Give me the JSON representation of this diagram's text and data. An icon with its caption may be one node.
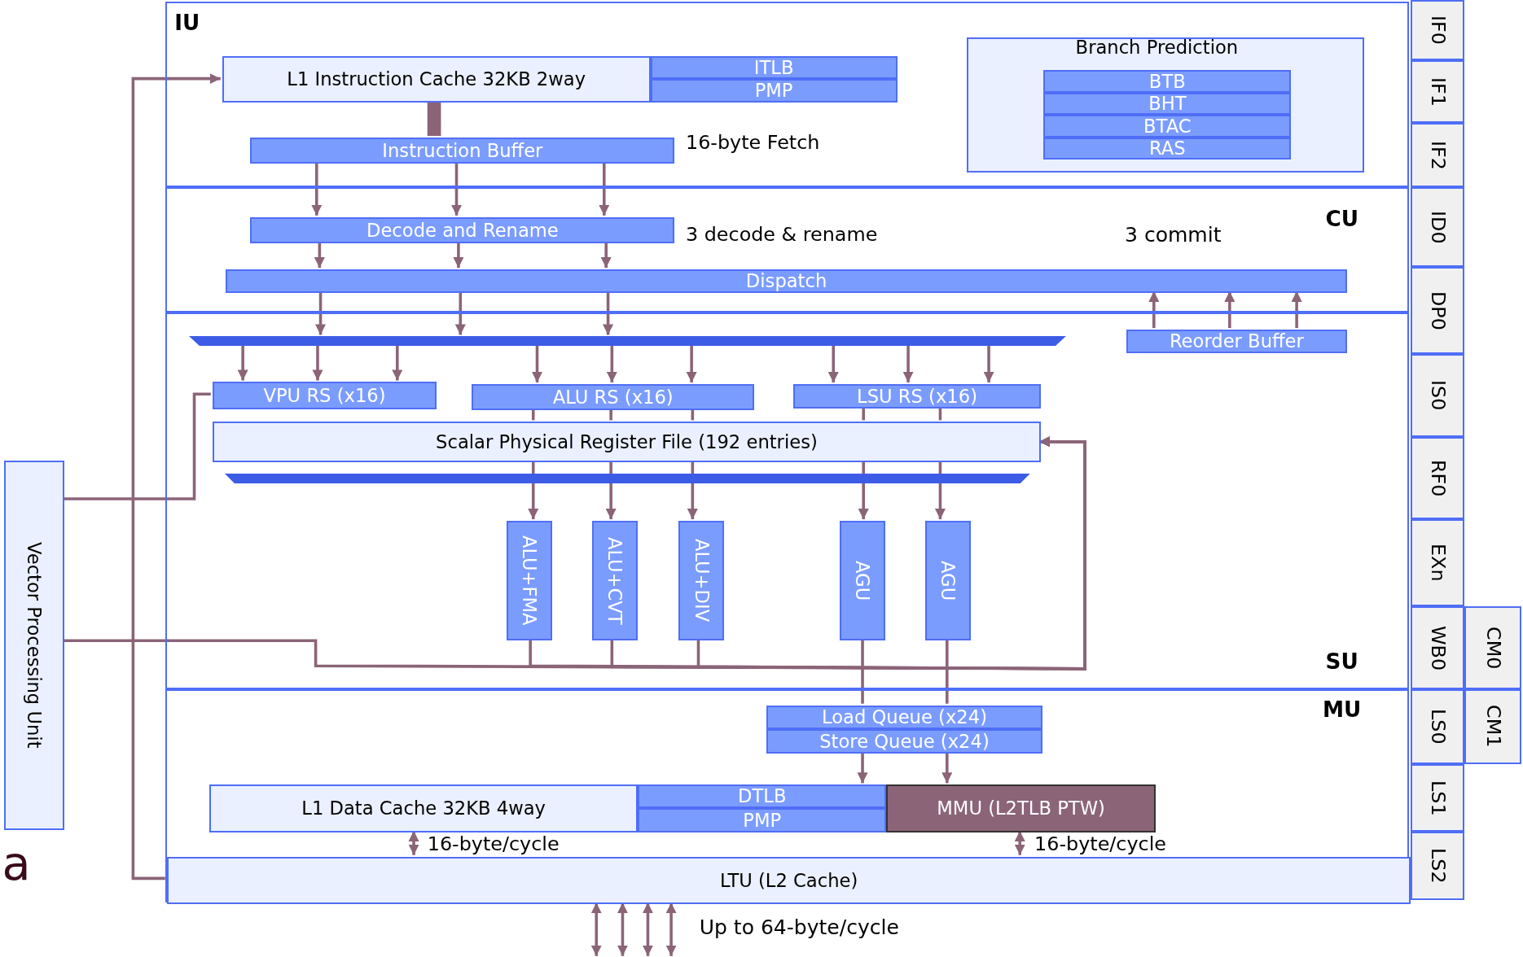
{
  "diagram": {
    "nodes": [
      {
        "text": [
          "IU"
        ]
      },
      {
        "text": [
          "L1 Instruction Cache 32KB 2way"
        ],
        "in": 0
      },
      {
        "text": [
          "ITLB"
        ],
        "in": 0
      },
      {
        "text": [
          "PMP"
        ],
        "in": 0
      },
      {
        "text": [
          "Branch Prediction"
        ],
        "in": 0
      },
      {
        "text": [
          "BTB"
        ],
        "in": 4
      },
      {
        "text": [
          "BHT"
        ],
        "in": 4
      },
      {
        "text": [
          "BTAC"
        ],
        "in": 4
      },
      {
        "text": [
          "RAS"
        ],
        "in": 4
      },
      {
        "text": [
          "Instruction Buffer"
        ],
        "beside": [
          "16-byte Fetch"
        ],
        "in": 0
      },
      {
        "text": [
          "CU"
        ]
      },
      {
        "text": [
          "Decode and Rename"
        ],
        "beside": [
          "3 decode & rename"
        ],
        "in": 10
      },
      {
        "text": [
          "Dispatch"
        ],
        "in": 10
      },
      {
        "text": [
          "SU"
        ]
      },
      {
        "text": [
          "Reorder Buffer"
        ],
        "in": 13
      },
      {
        "text": [],
        "shape": "bar",
        "in": 13
      },
      {
        "text": [
          "VPU RS (x16)"
        ],
        "in": 13
      },
      {
        "text": [
          "ALU RS (x16)"
        ],
        "in": 13
      },
      {
        "text": [
          "LSU RS (x16)"
        ],
        "in": 13
      },
      {
        "text": [
          "Scalar Physical Register File (192 entries)"
        ],
        "in": 13
      },
      {
        "text": [],
        "shape": "bar",
        "in": 13
      },
      {
        "text": [
          "ALU+FMA"
        ],
        "in": 13
      },
      {
        "text": [
          "ALU+CVT"
        ],
        "in": 13
      },
      {
        "text": [
          "ALU+DIV"
        ],
        "in": 13
      },
      {
        "text": [
          "AGU"
        ],
        "in": 13
      },
      {
        "text": [
          "AGU"
        ],
        "in": 13
      },
      {
        "text": [
          "MU"
        ]
      },
      {
        "text": [
          "Load Queue (x24)"
        ],
        "in": 26
      },
      {
        "text": [
          "Store Queue (x24)"
        ],
        "in": 26
      },
      {
        "text": [
          "L1 Data Cache 32KB 4way"
        ],
        "in": 26
      },
      {
        "text": [
          "DTLB"
        ],
        "in": 26
      },
      {
        "text": [
          "PMP"
        ],
        "in": 26
      },
      {
        "text": [
          "MMU (L2TLB PTW)"
        ],
        "in": 26
      },
      {
        "text": [
          "LTU (L2 Cache)"
        ],
        "in": 26
      },
      {
        "text": [
          "Vector Processing Unit"
        ]
      },
      {
        "text": [
          "IF0"
        ]
      },
      {
        "text": [
          "IF1"
        ]
      },
      {
        "text": [
          "IF2"
        ]
      },
      {
        "text": [
          "ID0"
        ]
      },
      {
        "text": [
          "DP0"
        ]
      },
      {
        "text": [
          "IS0"
        ]
      },
      {
        "text": [
          "RF0"
        ]
      },
      {
        "text": [
          "EXn"
        ]
      },
      {
        "text": [
          "WB0"
        ]
      },
      {
        "text": [
          "CM0"
        ]
      },
      {
        "text": [
          "LS0"
        ]
      },
      {
        "text": [
          "CM1"
        ]
      },
      {
        "text": [
          "LS1"
        ]
      },
      {
        "text": [
          "LS2"
        ]
      }
    ],
    "edges": [
      {
        "from": 33,
        "to": 1,
        "arrow": "to"
      },
      {
        "from": 1,
        "to": 9,
        "arrow": "to",
        "style": "thick"
      },
      {
        "from": 9,
        "to": 11,
        "arrow": "to"
      },
      {
        "from": 9,
        "to": 11,
        "arrow": "to"
      },
      {
        "from": 9,
        "to": 11,
        "arrow": "to"
      },
      {
        "from": 11,
        "to": 12,
        "arrow": "to"
      },
      {
        "from": 11,
        "to": 12,
        "arrow": "to"
      },
      {
        "from": 11,
        "to": 12,
        "arrow": "to"
      },
      {
        "from": 14,
        "to": 12,
        "arrow": "to"
      },
      {
        "from": 14,
        "to": 12,
        "arrow": "to"
      },
      {
        "from": 14,
        "to": 12,
        "arrow": "to"
      },
      {
        "from": 12,
        "to": 15,
        "arrow": "to"
      },
      {
        "from": 12,
        "to": 15,
        "arrow": "to"
      },
      {
        "from": 12,
        "to": 15,
        "arrow": "to"
      },
      {
        "from": 15,
        "to": 16,
        "arrow": "to"
      },
      {
        "from": 15,
        "to": 16,
        "arrow": "to"
      },
      {
        "from": 15,
        "to": 16,
        "arrow": "to"
      },
      {
        "from": 15,
        "to": 17,
        "arrow": "to"
      },
      {
        "from": 15,
        "to": 17,
        "arrow": "to"
      },
      {
        "from": 15,
        "to": 17,
        "arrow": "to"
      },
      {
        "from": 15,
        "to": 18,
        "arrow": "to"
      },
      {
        "from": 15,
        "to": 18,
        "arrow": "to"
      },
      {
        "from": 15,
        "to": 18,
        "arrow": "to"
      },
      {
        "from": 16,
        "to": 34,
        "arrow": "none"
      },
      {
        "from": 17,
        "to": 19,
        "arrow": "none"
      },
      {
        "from": 17,
        "to": 19,
        "arrow": "none"
      },
      {
        "from": 17,
        "to": 19,
        "arrow": "none"
      },
      {
        "from": 18,
        "to": 19,
        "arrow": "none"
      },
      {
        "from": 18,
        "to": 19,
        "arrow": "none"
      },
      {
        "from": 19,
        "to": 21,
        "arrow": "to"
      },
      {
        "from": 19,
        "to": 22,
        "arrow": "to"
      },
      {
        "from": 19,
        "to": 23,
        "arrow": "to"
      },
      {
        "from": 19,
        "to": 24,
        "arrow": "to"
      },
      {
        "from": 19,
        "to": 25,
        "arrow": "to"
      },
      {
        "from": 21,
        "to": 19,
        "arrow": "to"
      },
      {
        "from": 22,
        "to": 19,
        "arrow": "to"
      },
      {
        "from": 23,
        "to": 19,
        "arrow": "to"
      },
      {
        "from": 34,
        "to": 19,
        "arrow": "to"
      },
      {
        "from": 24,
        "to": 27,
        "arrow": "none"
      },
      {
        "from": 25,
        "to": 27,
        "arrow": "none"
      },
      {
        "from": 28,
        "to": 30,
        "arrow": "to"
      },
      {
        "from": 28,
        "to": 32,
        "arrow": "to"
      },
      {
        "from": 29,
        "to": 33,
        "label": "16-byte/cycle",
        "arrow": "both"
      },
      {
        "from": 32,
        "to": 33,
        "label": "16-byte/cycle",
        "arrow": "both"
      },
      {
        "from": 33,
        "to": null,
        "arrow": "both"
      },
      {
        "from": 33,
        "to": null,
        "arrow": "both"
      },
      {
        "from": 33,
        "to": null,
        "arrow": "both"
      },
      {
        "from": 33,
        "to": null,
        "arrow": "both"
      }
    ],
    "labels": [
      "3 commit",
      "Up to 64-byte/cycle",
      "a"
    ]
  }
}
